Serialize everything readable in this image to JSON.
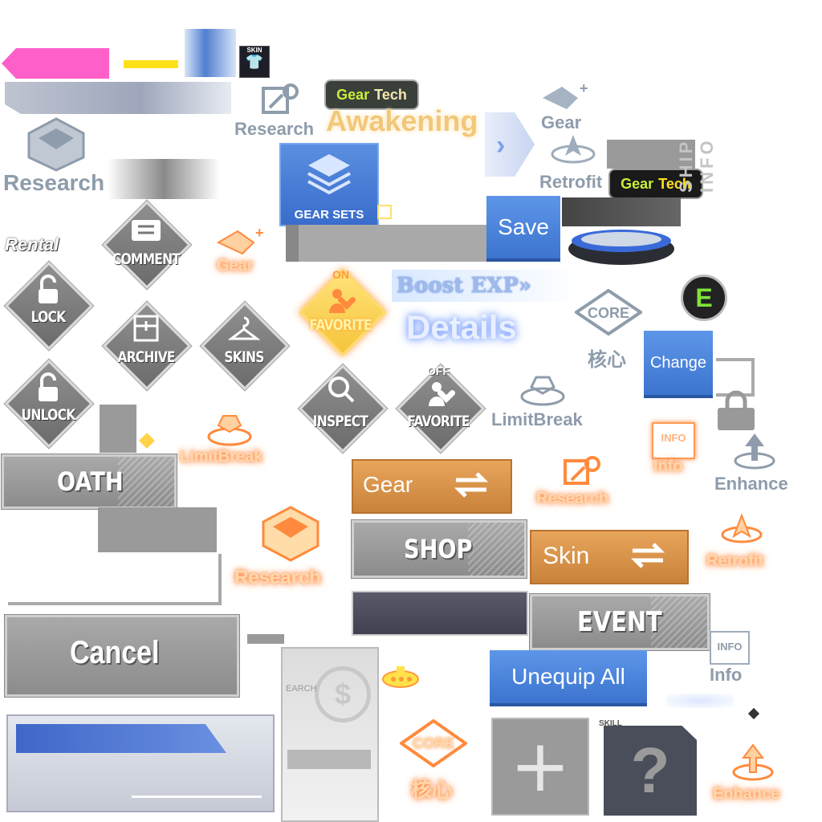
{
  "colors": {
    "accent_pink": "#ff5fc9",
    "accent_yellow": "#ffe11a",
    "blue": "#4a86e0",
    "orange_glow": "#ff8a3d",
    "gray": "#8e9cab",
    "gear_tech_green": "#c8ee3a"
  },
  "skin_badge": "SKIN",
  "research_top": "Research",
  "gear_tech_1": {
    "gear": "Gear",
    "tech": "Tech"
  },
  "awakening": "Awakening",
  "gear_top": "Gear",
  "retrofit_top": "Retrofit",
  "gear_tech_2": {
    "gear": "Gear",
    "tech": "Tech"
  },
  "ship_info": "SHIP INFO",
  "research_left": "Research",
  "gear_sets": "GEAR SETS",
  "save": "Save",
  "rental": "Rental",
  "diamonds": {
    "comment": "COMMENT",
    "lock": "LOCK",
    "archive": "ARCHIVE",
    "skins": "SKINS",
    "unlock": "UNLOCK",
    "inspect": "INSPECT",
    "favorite_off": "FAVORITE",
    "favorite_on": "FAVORITE",
    "on_tag": "ON",
    "off_tag": "OFF"
  },
  "gear_orange": "Gear",
  "boost_exp": "Boost EXP»",
  "details": "Details",
  "core_gray": {
    "en": "CORE",
    "zh": "核心"
  },
  "e_badge": "E",
  "change": "Change",
  "limitbreak_gray": "LimitBreak",
  "limitbreak_orange": "LimitBreak",
  "info_orange": "Info",
  "info_tag": "INFO",
  "enhance_gray": "Enhance",
  "oath": "OATH",
  "gear_btn": "Gear",
  "research_orange_r": "Research",
  "shop": "SHOP",
  "skin_btn": "Skin",
  "research_orange_l": "Research",
  "retrofit_orange": "Retrofit",
  "event": "EVENT",
  "cancel": "Cancel",
  "info_gray": "Info",
  "unequip_all": "Unequip All",
  "skill_tag": "SKILL",
  "core_orange": {
    "en": "CORE",
    "zh": "核心"
  },
  "enhance_orange": "Enhance",
  "search_card": "EARCH",
  "question_mark": "?",
  "plus": "+"
}
